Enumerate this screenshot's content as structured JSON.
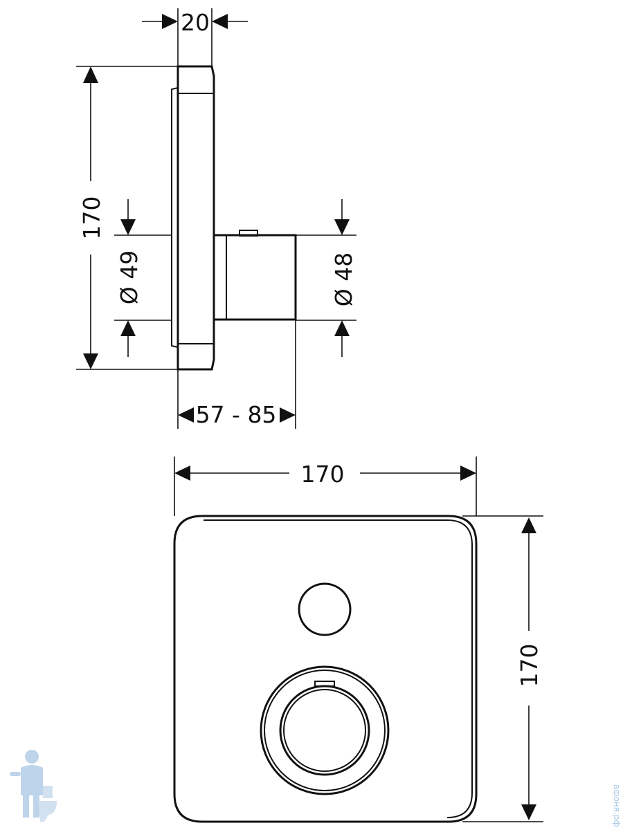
{
  "side_view": {
    "depth_label": "20",
    "height_label": "170",
    "left_diameter_label": "Ø 49",
    "right_diameter_label": "Ø 48",
    "projection_label": "57 - 85"
  },
  "front_view": {
    "width_label": "170",
    "height_label": "170"
  },
  "watermark": {
    "text": "афоня.рф",
    "logo_icon": "plumber-mascot-icon",
    "color": "#a9c6e3"
  }
}
